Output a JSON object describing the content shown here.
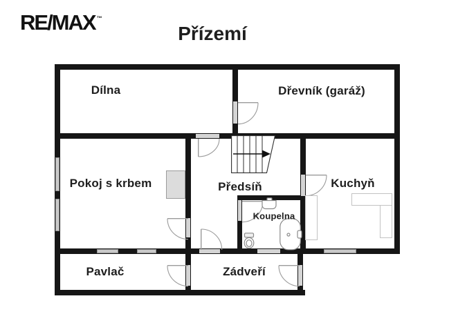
{
  "header": {
    "logo": {
      "text": "RE/MAX",
      "trademark": "™"
    },
    "title": "Přízemí"
  },
  "floorplan": {
    "rooms": {
      "dilna": {
        "label": "Dílna"
      },
      "drevnik": {
        "label": "Dřevník (garáž)"
      },
      "pokoj_s_krbem": {
        "label": "Pokoj s krbem"
      },
      "predsin": {
        "label": "Předsíň"
      },
      "kuchyn": {
        "label": "Kuchyň"
      },
      "koupelna": {
        "label": "Koupelna"
      },
      "pavlac": {
        "label": "Pavlač"
      },
      "zadveri": {
        "label": "Zádveří"
      }
    },
    "icons": [
      "staircase-icon",
      "stairs-direction-arrow-icon",
      "fireplace-icon",
      "sink-icon",
      "toilet-icon",
      "bathtub-icon",
      "kitchen-counter-icon",
      "door-swing-icon",
      "window-icon"
    ],
    "colors": {
      "wall": "#161616",
      "window_fill": "#c9c9c9",
      "opening_fill": "#d5d5d5",
      "door_line": "#9a9a9a",
      "fixture_line": "#8a8a8a",
      "fireplace_fill": "#dcdcdc",
      "text": "#1d1d1d",
      "background": "#ffffff"
    }
  }
}
